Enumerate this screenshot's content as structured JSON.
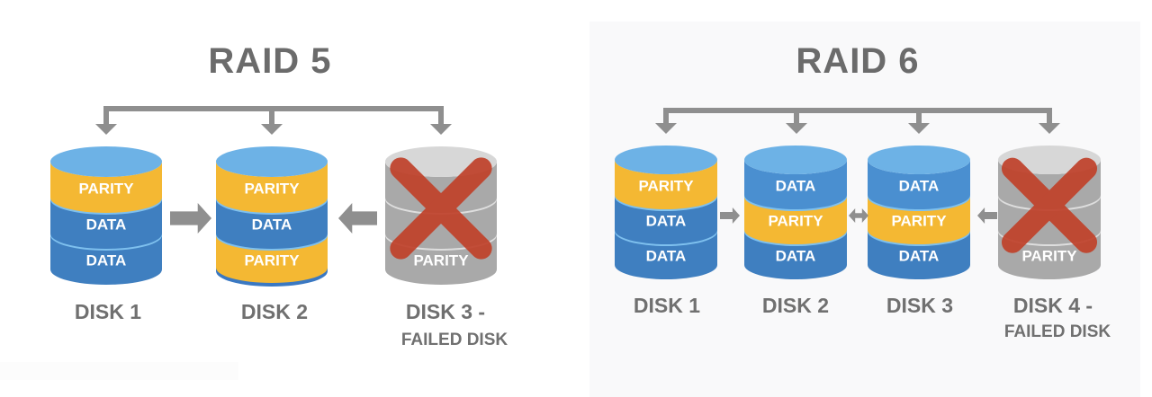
{
  "colors": {
    "data": "#4a8fd0",
    "data_dark": "#3f7fc0",
    "data_top": "#6db2e6",
    "parity": "#f4b833",
    "separator": "#7ec0ee",
    "failed": "#a9a9a9",
    "failed_top": "#d7d7d7",
    "failed_sep": "#dedede",
    "cross": "#c0412a",
    "arrow": "#8f8f8f",
    "text": "#6b6b6b"
  },
  "raid5": {
    "title": "RAID 5",
    "disks": [
      {
        "label": "DISK 1",
        "sublabel": "",
        "failed": false,
        "segments": [
          "PARITY",
          "DATA",
          "DATA"
        ]
      },
      {
        "label": "DISK 2",
        "sublabel": "",
        "failed": false,
        "segments": [
          "PARITY",
          "DATA",
          "PARITY"
        ]
      },
      {
        "label": "DISK 3 -",
        "sublabel": "FAILED DISK",
        "failed": true,
        "segments": [
          "",
          "",
          "PARITY"
        ]
      }
    ],
    "flow_arrows": [
      {
        "from": "DISK 1",
        "to": "DISK 2",
        "direction": "right"
      },
      {
        "from": "DISK 3",
        "to": "DISK 2",
        "direction": "left"
      }
    ]
  },
  "raid6": {
    "title": "RAID 6",
    "disks": [
      {
        "label": "DISK 1",
        "sublabel": "",
        "failed": false,
        "segments": [
          "PARITY",
          "DATA",
          "DATA"
        ]
      },
      {
        "label": "DISK 2",
        "sublabel": "",
        "failed": false,
        "segments": [
          "DATA",
          "PARITY",
          "DATA"
        ]
      },
      {
        "label": "DISK 3",
        "sublabel": "",
        "failed": false,
        "segments": [
          "DATA",
          "PARITY",
          "DATA"
        ]
      },
      {
        "label": "DISK 4 -",
        "sublabel": "FAILED DISK",
        "failed": true,
        "segments": [
          "",
          "",
          "PARITY"
        ]
      }
    ],
    "flow_arrows": [
      {
        "from": "DISK 1",
        "to": "DISK 2",
        "direction": "right"
      },
      {
        "from": "DISK 2",
        "to": "DISK 3",
        "direction": "both"
      },
      {
        "from": "DISK 4",
        "to": "DISK 3",
        "direction": "left"
      }
    ]
  }
}
